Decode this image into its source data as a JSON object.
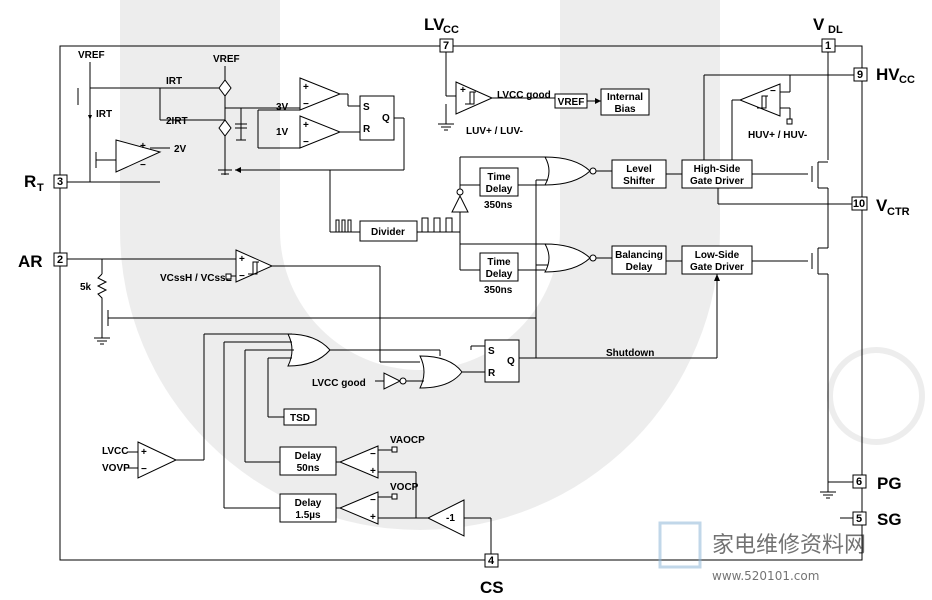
{
  "pins": {
    "lvcc": {
      "number": "7",
      "name_main": "LV",
      "name_sub": "CC"
    },
    "vdl": {
      "number": "1",
      "name_main": "V",
      "name_sub": "DL"
    },
    "hvcc": {
      "number": "9",
      "name_main": "HV",
      "name_sub": "CC"
    },
    "vctr": {
      "number": "10",
      "name_main": "V",
      "name_sub": "CTR"
    },
    "pg": {
      "number": "6",
      "name": "PG"
    },
    "sg": {
      "number": "5",
      "name": "SG"
    },
    "cs": {
      "number": "4",
      "name": "CS"
    },
    "rt": {
      "number": "3",
      "name_main": "R",
      "name_sub": "T"
    },
    "ar": {
      "number": "2",
      "name": "AR"
    }
  },
  "blocks": {
    "divider": "Divider",
    "time": "Time",
    "delay": "Delay",
    "level": "Level",
    "shifter": "Shifter",
    "high_side": "High-Side",
    "gate_driver": "Gate Driver",
    "balancing": "Balancing",
    "low_side": "Low-Side",
    "internal": "Internal",
    "bias": "Bias",
    "tsd": "TSD",
    "ns50": "50ns",
    "us1p5": "1.5µs"
  },
  "labels": {
    "vref_1": "VREF",
    "vref_2": "VREF",
    "vref_3": "VREF",
    "irt": "IRT",
    "two_irt": "2IRT",
    "two_v": "2V",
    "three_v": "3V",
    "one_v": "1V",
    "s": "S",
    "r": "R",
    "q": "Q",
    "ns350": "350ns",
    "lvcc_good": "LVCC good",
    "lvcc_good_2": "LVCC good",
    "luv": "LUV+ / LUV-",
    "huv": "HUV+ / HUV-",
    "five_k": "5k",
    "vcss": "VCssH / VCssL",
    "shutdown": "Shutdown",
    "lvcc": "LVCC",
    "vovp": "VOVP",
    "vaocp": "VAOCP",
    "vocp": "VOCP",
    "neg_one": "-1"
  },
  "watermark": {
    "title": "家电维修资料网",
    "url": "www.520101.com"
  }
}
